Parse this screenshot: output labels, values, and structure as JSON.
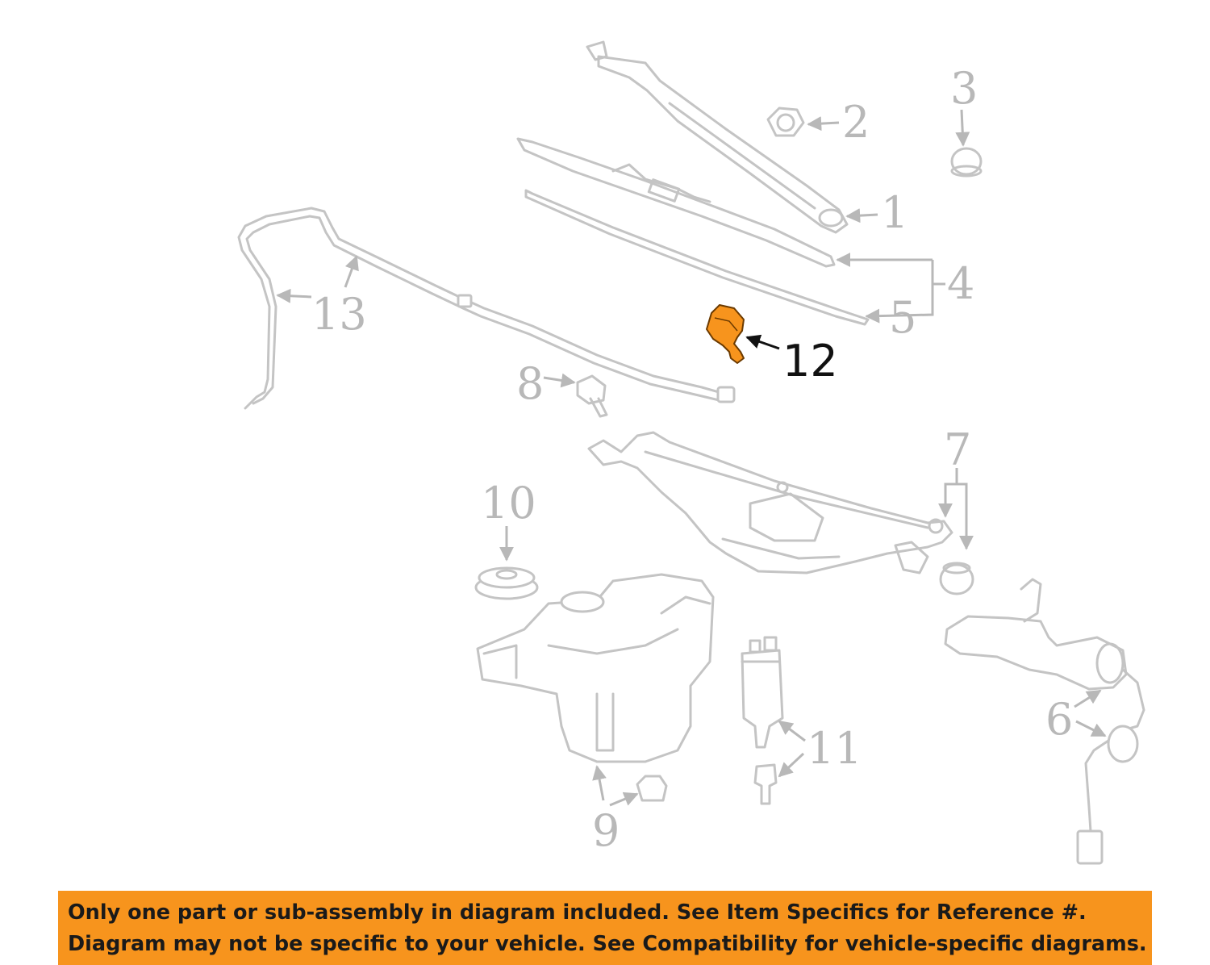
{
  "diagram": {
    "highlight_color": "#f7941d",
    "highlighted_part": "12",
    "callouts": {
      "c1": "1",
      "c2": "2",
      "c3": "3",
      "c4": "4",
      "c5": "5",
      "c6": "6",
      "c7": "7",
      "c8": "8",
      "c9": "9",
      "c10": "10",
      "c11": "11",
      "c12": "12",
      "c13": "13"
    }
  },
  "notice": {
    "line1": "Only one part or sub-assembly in diagram included. See Item Specifics for Reference #.",
    "line2": "Diagram may not be specific to your vehicle. See Compatibility for vehicle-specific diagrams.",
    "background": "#f7941d"
  }
}
